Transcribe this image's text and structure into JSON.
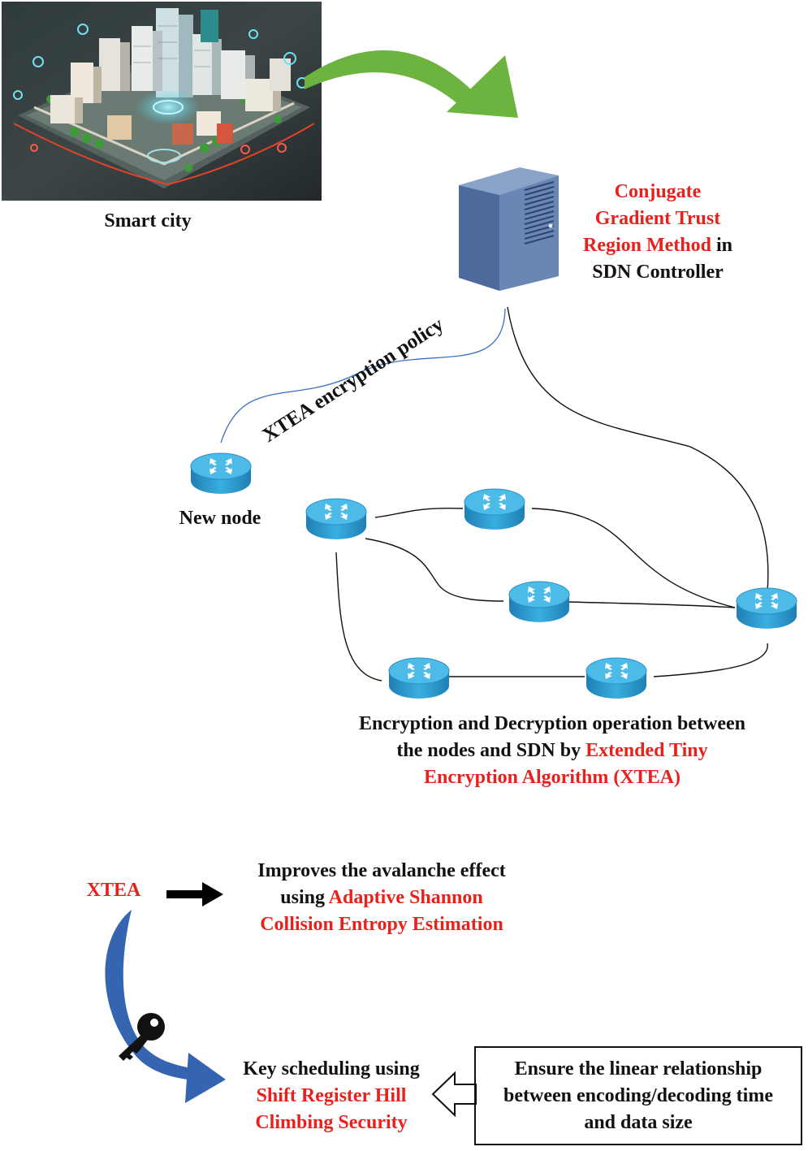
{
  "smart_city": {
    "label": "Smart city"
  },
  "controller": {
    "line1": "Conjugate",
    "line2": "Gradient Trust",
    "line3_red": "Region Method",
    "line3_black": " in",
    "line4": "SDN Controller"
  },
  "policy_label": "XTEA encryption policy",
  "new_node_label": "New node",
  "network_caption": {
    "line1": "Encryption and Decryption operation between",
    "line2_black": "the nodes and SDN by ",
    "line2_red": "Extended Tiny",
    "line3": "Encryption Algorithm (XTEA)"
  },
  "xtea": {
    "label": "XTEA",
    "effect_line1": "Improves the avalanche effect",
    "effect_line2_black": "using ",
    "effect_line2_red": "Adaptive Shannon",
    "effect_line3": "Collision Entropy Estimation"
  },
  "key_scheduling": {
    "line1": "Key scheduling using",
    "line2": "Shift Register Hill",
    "line3": "Climbing Security"
  },
  "ensure_box": {
    "line1": "Ensure the linear relationship",
    "line2": "between encoding/decoding time",
    "line3": "and data size"
  },
  "colors": {
    "red_text": "#e8211d",
    "arrow_green": "#6cb33f",
    "arrow_blue": "#3565b0",
    "router_blue": "#2e9fd4",
    "server_blue": "#5a78a8"
  }
}
